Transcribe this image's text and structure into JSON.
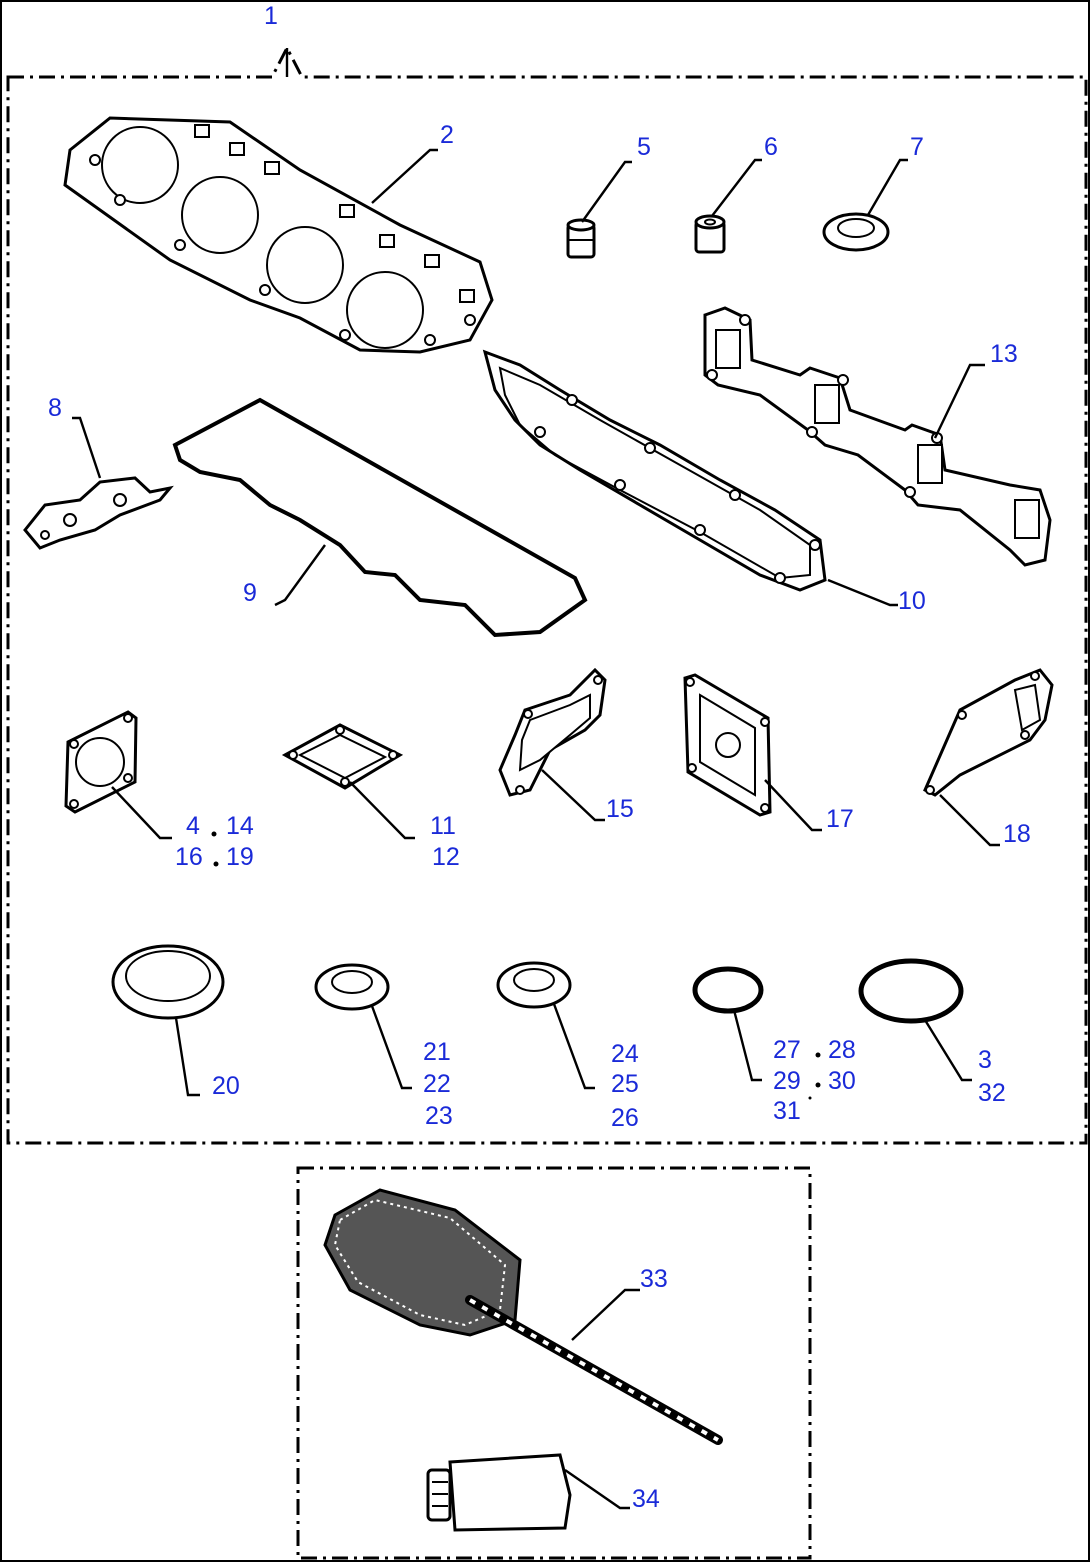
{
  "diagram": {
    "callouts": {
      "c1": "1",
      "c2": "2",
      "c5": "5",
      "c6": "6",
      "c7": "7",
      "c8": "8",
      "c9": "9",
      "c10": "10",
      "c13": "13",
      "c4": "4",
      "c14": "14",
      "c16": "16",
      "c19": "19",
      "c11": "11",
      "c12": "12",
      "c15": "15",
      "c17": "17",
      "c18": "18",
      "c20": "20",
      "c21": "21",
      "c22": "22",
      "c23": "23",
      "c24": "24",
      "c25": "25",
      "c26": "26",
      "c27": "27",
      "c28": "28",
      "c29": "29",
      "c30": "30",
      "c31": "31",
      "c3": "3",
      "c32": "32",
      "c33": "33",
      "c34": "34"
    },
    "callout_color": "#1a2ad8",
    "line_color": "#000000"
  }
}
